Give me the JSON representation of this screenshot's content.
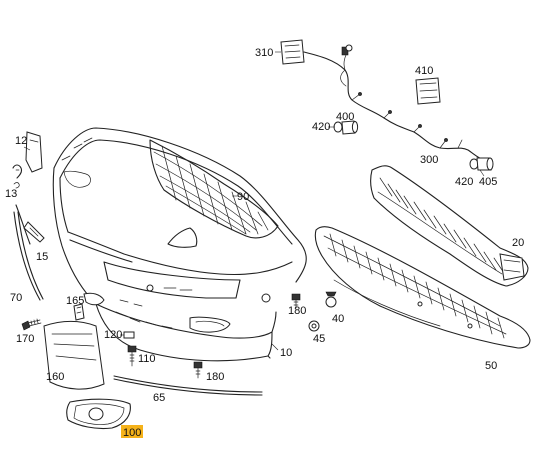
{
  "diagram": {
    "part_labels": {
      "p310": "310",
      "p410": "410",
      "p420a": "420",
      "p400": "400",
      "p300": "300",
      "p420b": "420",
      "p405": "405",
      "p12": "12",
      "p13": "13",
      "p90": "90",
      "p20": "20",
      "p15": "15",
      "p70": "70",
      "p165": "165",
      "p170": "170",
      "p120": "120",
      "p110": "110",
      "p160": "160",
      "p180a": "180",
      "p40": "40",
      "p45": "45",
      "p10": "10",
      "p50": "50",
      "p180b": "180",
      "p65": "65",
      "p100": "100"
    },
    "highlighted_part": "100",
    "highlight_color": "#f5b21a"
  }
}
